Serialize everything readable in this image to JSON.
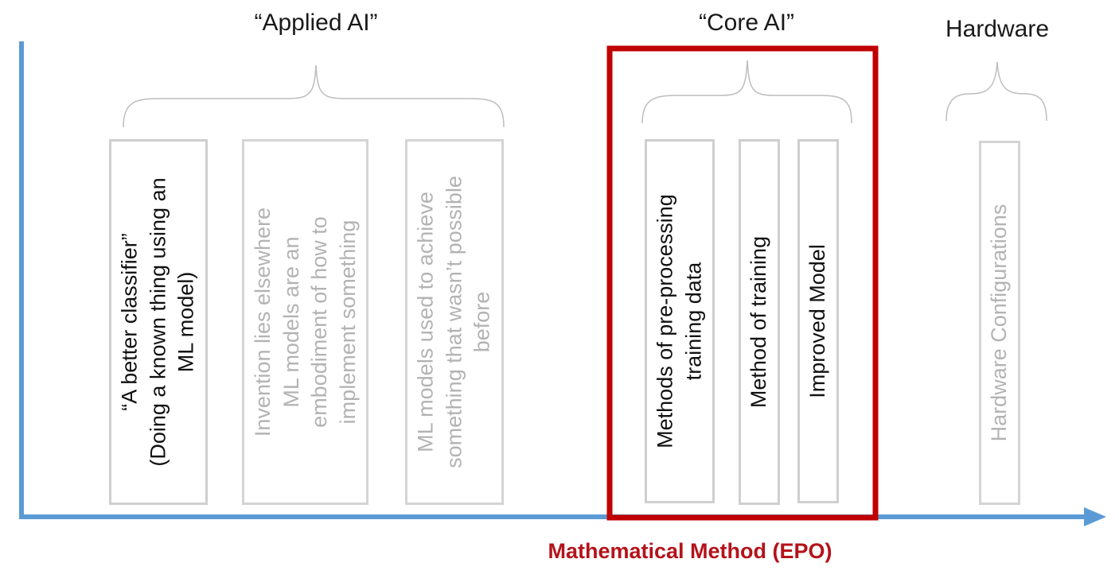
{
  "categories": {
    "applied": {
      "title": "“Applied AI”"
    },
    "core": {
      "title": "“Core AI”"
    },
    "hardware": {
      "title": "Hardware"
    }
  },
  "boxes": [
    {
      "id": "better-classifier",
      "lines": [
        "“A better classifier”",
        "(Doing a known thing using an",
        "ML model)"
      ],
      "state": "active"
    },
    {
      "id": "invention-elsewhere",
      "lines": [
        "Invention lies elsewhere",
        "ML models are an",
        "embodiment of how to",
        "implement something"
      ],
      "state": "muted"
    },
    {
      "id": "ml-new-capability",
      "lines": [
        "ML models used to achieve",
        "something that wasn’t possible",
        "before"
      ],
      "state": "muted"
    },
    {
      "id": "preprocessing",
      "lines": [
        "Methods of pre-processing",
        "training data"
      ],
      "state": "active"
    },
    {
      "id": "method-training",
      "lines": [
        "Method of training"
      ],
      "state": "active"
    },
    {
      "id": "improved-model",
      "lines": [
        "Improved Model"
      ],
      "state": "active"
    },
    {
      "id": "hardware-config",
      "lines": [
        "Hardware Configurations"
      ],
      "state": "muted"
    }
  ],
  "axis": {
    "label": "Mathematical Method (EPO)"
  },
  "colors": {
    "axis": "#5b9bd5",
    "highlight": "#c00000",
    "bracket": "#bdbdbd",
    "muted_text": "#b3b3b3",
    "active_text": "#111111",
    "axis_label": "#b5121b"
  }
}
